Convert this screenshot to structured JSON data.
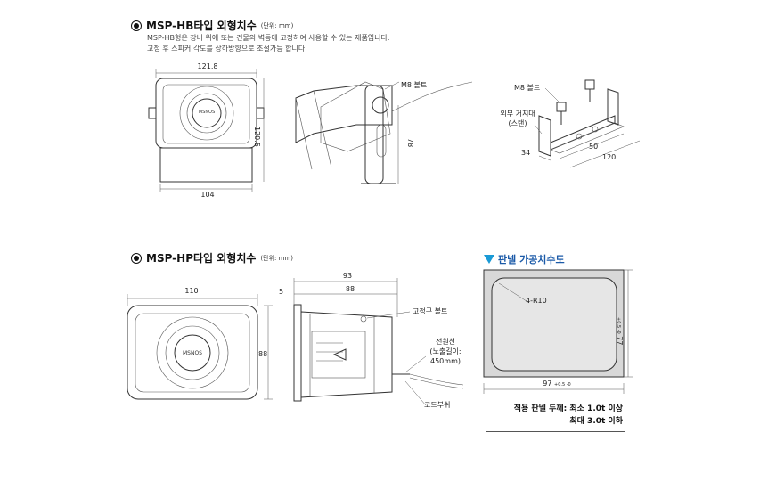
{
  "hb": {
    "title": "MSP-HB타입 외형치수",
    "unit": "(단위: mm)",
    "desc_line1": "MSP-HB형은 장비 위에 또는 건물의 벽등에 고정하여 사용할 수 있는 제품입니다.",
    "desc_line2": "고정 후 스피커 각도를 상하방향으로 조절가능 합니다.",
    "dim_width": "121.8",
    "dim_height": "120.5",
    "dim_base": "104",
    "side_bolt": "M8 볼트",
    "side_height": "78",
    "stand_bolt": "M8 볼트",
    "stand_label": "외부 거치대",
    "stand_label2": "(스탠)",
    "stand_dim_34": "34",
    "stand_dim_50": "50",
    "stand_dim_120": "120",
    "brand": "MSNOS"
  },
  "hp": {
    "title": "MSP-HP타입 외형치수",
    "unit": "(단위: mm)",
    "dim_width": "110",
    "dim_height": "88",
    "dim_5": "5",
    "dim_93": "93",
    "dim_88": "88",
    "label_bolt": "고정구 볼트",
    "label_cable": "전원선",
    "label_cable2": "(노출길이:",
    "label_cable3": "450mm)",
    "label_bushing": "코드부쉬",
    "brand": "MSNOS"
  },
  "panel": {
    "title": "판넬 가공치수도",
    "radius": "4-R10",
    "dim_h": "77",
    "dim_h_tol": "+0.5 -0",
    "dim_w": "97",
    "dim_w_tol": "+0.5 -0",
    "apply_line1": "적용 판넬 두께: 최소 1.0t 이상",
    "apply_line2": "최대 3.0t 이하"
  }
}
